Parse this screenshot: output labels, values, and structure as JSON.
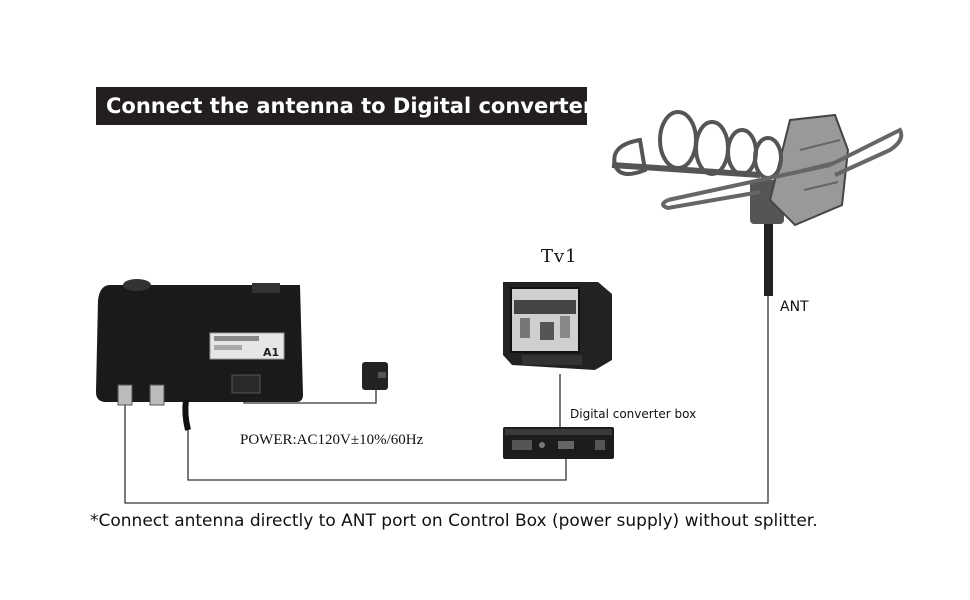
{
  "banner": {
    "title": "Connect the antenna to Digital converter box"
  },
  "labels": {
    "tv": "Tv1",
    "ant": "ANT",
    "converter": "Digital converter box",
    "power": "POWER:AC120V±10%/60Hz"
  },
  "control_box": {
    "badge": "A1"
  },
  "footnote": "*Connect antenna directly to ANT port on Control Box (power supply) without splitter.",
  "icons": [
    "antenna-icon",
    "control-box-icon",
    "power-adapter-icon",
    "tv-icon",
    "converter-box-icon"
  ],
  "colors": {
    "banner_bg": "#231f20",
    "banner_text": "#ffffff",
    "line": "#333333"
  }
}
